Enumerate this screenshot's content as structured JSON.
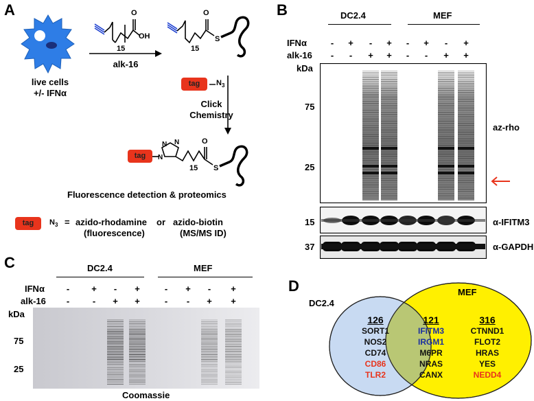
{
  "panels": {
    "a": "A",
    "b": "B",
    "c": "C",
    "d": "D"
  },
  "panelA": {
    "live_cells": "live cells",
    "ifn_condition": "+/- IFNα",
    "reagent": "alk-16",
    "chain_n": "15",
    "tag_label": "tag",
    "azide": "N",
    "azide_sub": "3",
    "click_line1": "Click",
    "click_line2": "Chemistry",
    "detection": "Fluorescence detection & proteomics",
    "equals": "=",
    "probe1": "azido-rhodamine",
    "or": "or",
    "probe2": "azido-biotin",
    "probe1_use": "(fluorescence)",
    "probe2_use": "(MS/MS ID)",
    "atom_O": "O",
    "atom_OH": "OH",
    "atom_S": "S",
    "atom_N": "N"
  },
  "panelB": {
    "group1": "DC2.4",
    "group2": "MEF",
    "row1_label": "IFNα",
    "row2_label": "alk-16",
    "kda": "kDa",
    "ifn": [
      "-",
      "+",
      "-",
      "+",
      "-",
      "+",
      "-",
      "+"
    ],
    "alk": [
      "-",
      "-",
      "+",
      "+",
      "-",
      "-",
      "+",
      "+"
    ],
    "marker_75": "75",
    "marker_25": "25",
    "marker_15": "15",
    "marker_37": "37",
    "blot1_label": "az-rho",
    "blot2_label": "α-IFITM3",
    "blot3_label": "α-GAPDH",
    "arrow_color": "#e8341c"
  },
  "panelC": {
    "group1": "DC2.4",
    "group2": "MEF",
    "row1_label": "IFNα",
    "row2_label": "alk-16",
    "kda": "kDa",
    "ifn": [
      "-",
      "+",
      "-",
      "+",
      "-",
      "+",
      "-",
      "+"
    ],
    "alk": [
      "-",
      "-",
      "+",
      "+",
      "-",
      "-",
      "+",
      "+"
    ],
    "marker_75": "75",
    "marker_25": "25",
    "caption": "Coomassie"
  },
  "panelD": {
    "left_label": "DC2.4",
    "right_label": "MEF",
    "left_count": "126",
    "overlap_count": "121",
    "right_count": "316",
    "left_genes": [
      {
        "name": "SORT1",
        "color": "#111111"
      },
      {
        "name": "NOS2",
        "color": "#111111"
      },
      {
        "name": "CD74",
        "color": "#111111"
      },
      {
        "name": "CD86",
        "color": "#e8341c"
      },
      {
        "name": "TLR2",
        "color": "#e8341c"
      }
    ],
    "overlap_genes": [
      {
        "name": "IFITM3",
        "color": "#1a2fa0"
      },
      {
        "name": "IRGM1",
        "color": "#1a2fa0"
      },
      {
        "name": "M6PR",
        "color": "#111111"
      },
      {
        "name": "NRAS",
        "color": "#111111"
      },
      {
        "name": "CANX",
        "color": "#111111"
      }
    ],
    "right_genes": [
      {
        "name": "CTNND1",
        "color": "#111111"
      },
      {
        "name": "FLOT2",
        "color": "#111111"
      },
      {
        "name": "HRAS",
        "color": "#111111"
      },
      {
        "name": "YES",
        "color": "#111111"
      },
      {
        "name": "NEDD4",
        "color": "#e8341c"
      }
    ],
    "left_color": "#c8daf2",
    "right_color": "#fff000",
    "overlap_color": "#b9c774"
  }
}
